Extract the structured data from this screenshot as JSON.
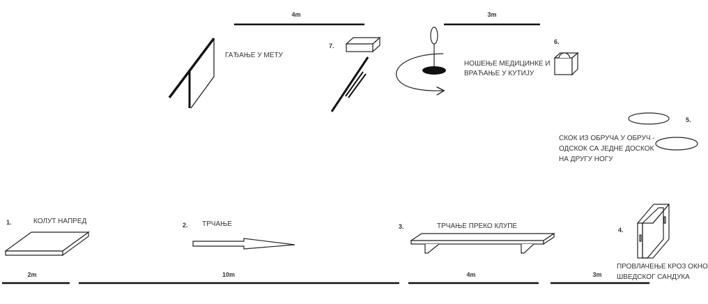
{
  "distances_top": [
    "4m",
    "3m"
  ],
  "distances_bottom": [
    "2m",
    "10m",
    "4m",
    "3m"
  ],
  "stations": [
    {
      "number": "1.",
      "lines": [
        "КОЛУТ НАПРЕД"
      ]
    },
    {
      "number": "2.",
      "lines": [
        "ТРЧАЊЕ"
      ]
    },
    {
      "number": "3.",
      "lines": [
        "ТРЧАЊЕ ПРЕКО КЛУПЕ"
      ]
    },
    {
      "number": "4.",
      "lines": [
        "ПРОВЛАЧЕЊЕ КРОЗ ОКНО",
        "ШВЕДСКОГ САНДУКА"
      ]
    },
    {
      "number": "5.",
      "lines": [
        "СКОК ИЗ ОБРУЧА У ОБРУЧ -",
        "ОДСКОК СА ЈЕДНЕ ДОСКОК",
        "НА ДРУГУ НОГУ"
      ]
    },
    {
      "number": "6.",
      "lines": [
        "НОШЕЊЕ МЕДИЦИНКЕ И",
        "ВРАЋАЊЕ У КУТИЈУ"
      ]
    },
    {
      "number": "7.",
      "lines": [
        "ГАЂАЊЕ У МЕТУ"
      ]
    }
  ]
}
